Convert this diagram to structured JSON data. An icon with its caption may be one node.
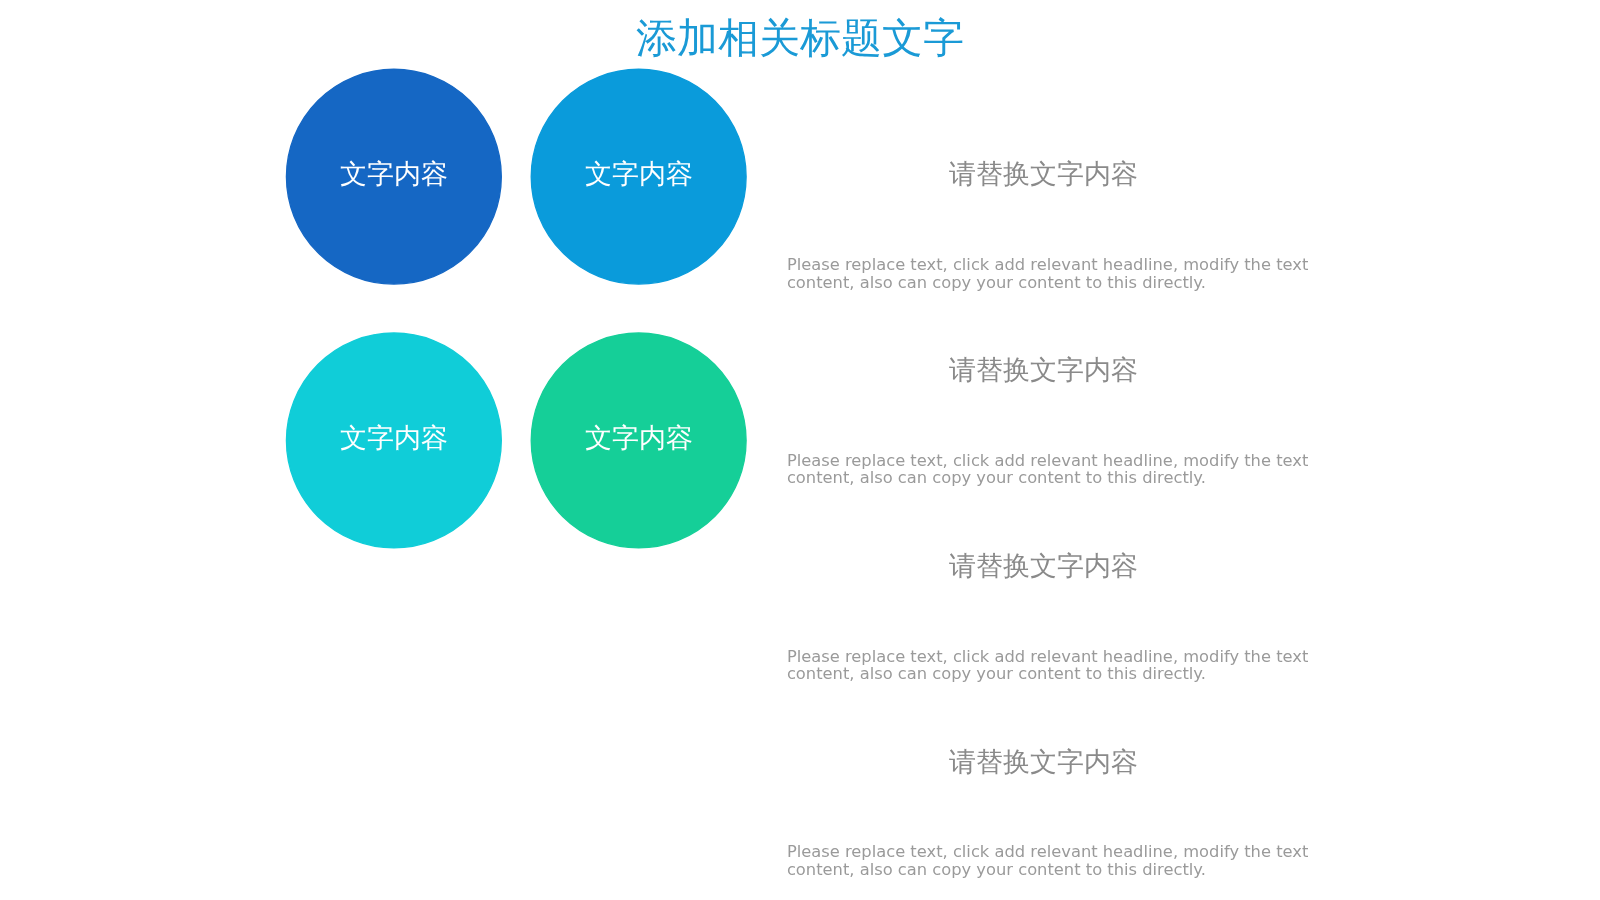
{
  "diagram": {
    "title": "添加相关标题文字",
    "nodes": [
      {
        "text": [
          "文字内容"
        ]
      },
      {
        "text": [
          "文字内容"
        ]
      },
      {
        "text": [
          "文字内容"
        ]
      },
      {
        "text": [
          "文字内容"
        ]
      }
    ],
    "labels": [
      "请替换文字内容",
      "Please replace text, click add relevant headline, modify the text content, also can copy your content to this directly.",
      "请替换文字内容",
      "Please replace text, click add relevant headline, modify the text content, also can copy your content to this directly.",
      "请替换文字内容",
      "Please replace text, click add relevant headline, modify the text content, also can copy your content to this directly.",
      "请替换文字内容",
      "Please replace text, click add relevant headline, modify the text content, also can copy your content to this directly."
    ]
  }
}
